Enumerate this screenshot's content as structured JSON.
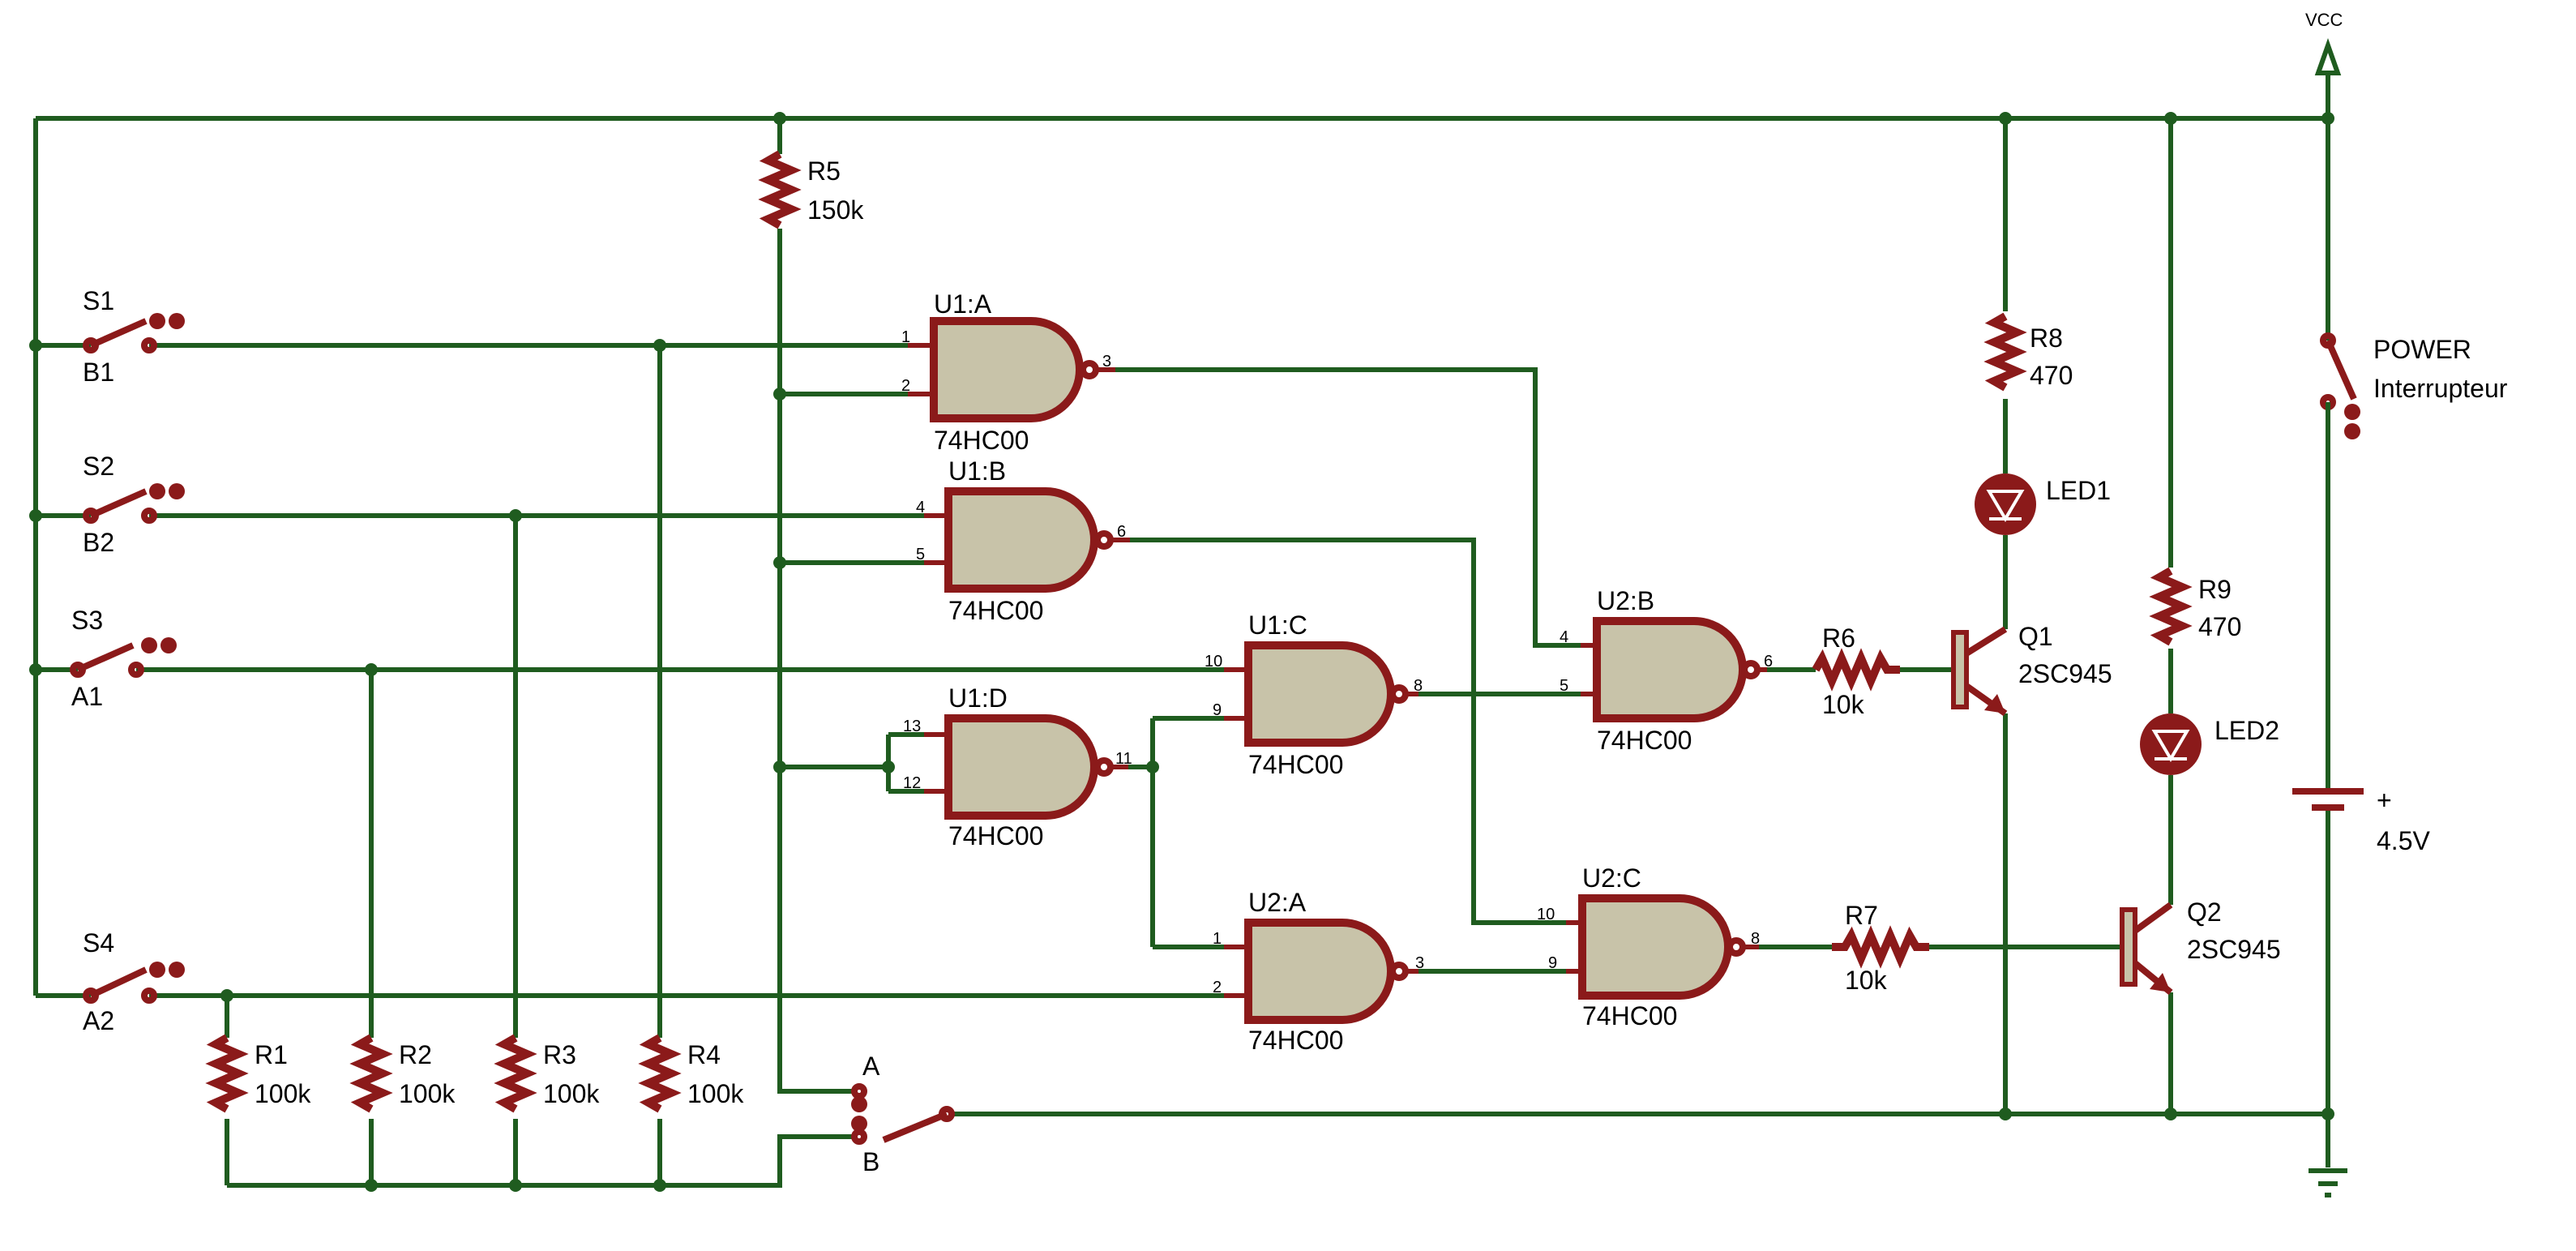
{
  "rail": {
    "vcc": "VCC"
  },
  "switches": [
    {
      "ref": "S1",
      "sub": "B1"
    },
    {
      "ref": "S2",
      "sub": "B2"
    },
    {
      "ref": "S3",
      "sub": "A1"
    },
    {
      "ref": "S4",
      "sub": "A2"
    }
  ],
  "selector": {
    "a": "A",
    "b": "B"
  },
  "power_switch": {
    "ref": "POWER",
    "value": "Interrupteur"
  },
  "battery": {
    "plus": "+",
    "value": "4.5V"
  },
  "resistors": {
    "r1": {
      "ref": "R1",
      "value": "100k"
    },
    "r2": {
      "ref": "R2",
      "value": "100k"
    },
    "r3": {
      "ref": "R3",
      "value": "100k"
    },
    "r4": {
      "ref": "R4",
      "value": "100k"
    },
    "r5": {
      "ref": "R5",
      "value": "150k"
    },
    "r6": {
      "ref": "R6",
      "value": "10k"
    },
    "r7": {
      "ref": "R7",
      "value": "10k"
    },
    "r8": {
      "ref": "R8",
      "value": "470"
    },
    "r9": {
      "ref": "R9",
      "value": "470"
    }
  },
  "gates": {
    "u1a": {
      "ref": "U1:A",
      "part": "74HC00",
      "in1": "1",
      "in2": "2",
      "out": "3"
    },
    "u1b": {
      "ref": "U1:B",
      "part": "74HC00",
      "in1": "4",
      "in2": "5",
      "out": "6"
    },
    "u1c": {
      "ref": "U1:C",
      "part": "74HC00",
      "in1": "10",
      "in2": "9",
      "out": "8"
    },
    "u1d": {
      "ref": "U1:D",
      "part": "74HC00",
      "in1": "13",
      "in2": "12",
      "out": "11"
    },
    "u2a": {
      "ref": "U2:A",
      "part": "74HC00",
      "in1": "1",
      "in2": "2",
      "out": "3"
    },
    "u2b": {
      "ref": "U2:B",
      "part": "74HC00",
      "in1": "4",
      "in2": "5",
      "out": "6"
    },
    "u2c": {
      "ref": "U2:C",
      "part": "74HC00",
      "in1": "10",
      "in2": "9",
      "out": "8"
    }
  },
  "leds": {
    "led1": "LED1",
    "led2": "LED2"
  },
  "transistors": {
    "q1": {
      "ref": "Q1",
      "part": "2SC945"
    },
    "q2": {
      "ref": "Q2",
      "part": "2SC945"
    }
  }
}
